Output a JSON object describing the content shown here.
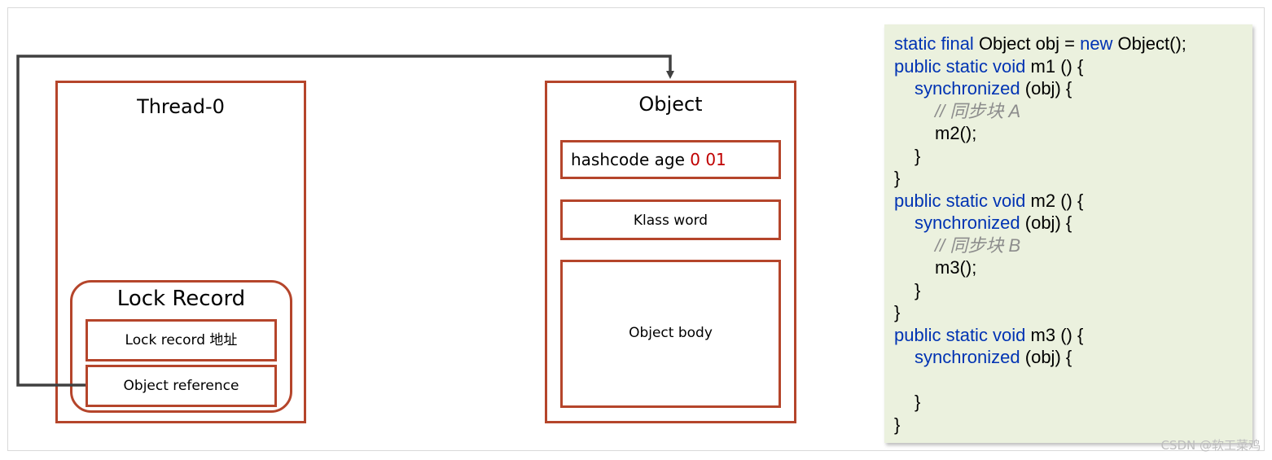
{
  "thread": {
    "title": "Thread-0"
  },
  "lock_record": {
    "title": "Lock Record",
    "address_label": "Lock record 地址",
    "object_reference_label": "Object reference"
  },
  "object": {
    "title": "Object",
    "mark_word_text": "hashcode age ",
    "mark_word_bits": "0 01",
    "klass_word": "Klass word",
    "body": "Object body"
  },
  "code": {
    "l1_kw": "static final",
    "l1_rest": " Object obj = ",
    "l1_kw2": "new",
    "l1_end": " Object();",
    "l2_kw": "public static void",
    "l2_rest": " m1 () {",
    "l3_kw": "synchronized",
    "l3_rest": " (obj) {",
    "l4_comment": "// 同步块 A",
    "l5_stmt": "m2();",
    "l6_close": "}",
    "l7_close": "}",
    "l8_kw": "public static void",
    "l8_rest": " m2 () {",
    "l9_kw": "synchronized",
    "l9_rest": " (obj) {",
    "l10_comment": "// 同步块 B",
    "l11_stmt": "m3();",
    "l12_close": "}",
    "l13_close": "}",
    "l14_kw": "public static void",
    "l14_rest": " m3 () {",
    "l15_kw": "synchronized",
    "l15_rest": " (obj) {",
    "l17_close": "}",
    "l18_close": "}"
  },
  "watermark": "CSDN @软工菜鸡",
  "colors": {
    "box_border": "#b5452b",
    "highlight_red": "#c00000",
    "keyword_blue": "#0033b3",
    "comment_gray": "#8c8c8c",
    "code_panel_bg": "#ebf1de",
    "arrow": "#404040"
  }
}
